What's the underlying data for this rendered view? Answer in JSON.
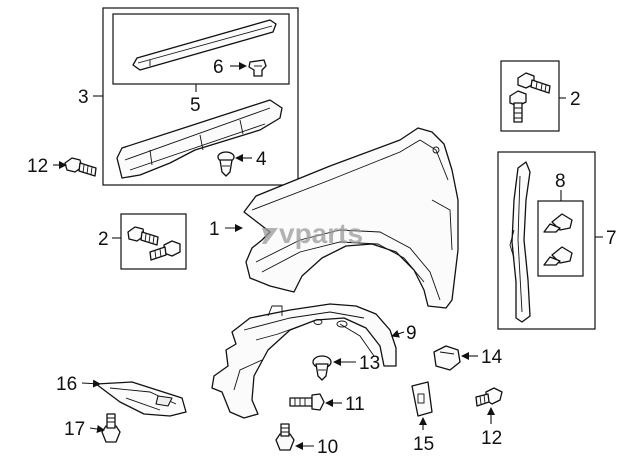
{
  "watermark": "vparts",
  "callouts": {
    "c1": "1",
    "c2a": "2",
    "c2b": "2",
    "c3": "3",
    "c4": "4",
    "c5": "5",
    "c6": "6",
    "c7": "7",
    "c8": "8",
    "c9": "9",
    "c10": "10",
    "c11": "11",
    "c12a": "12",
    "c12b": "12",
    "c13": "13",
    "c14": "14",
    "c15": "15",
    "c16": "16",
    "c17": "17"
  }
}
